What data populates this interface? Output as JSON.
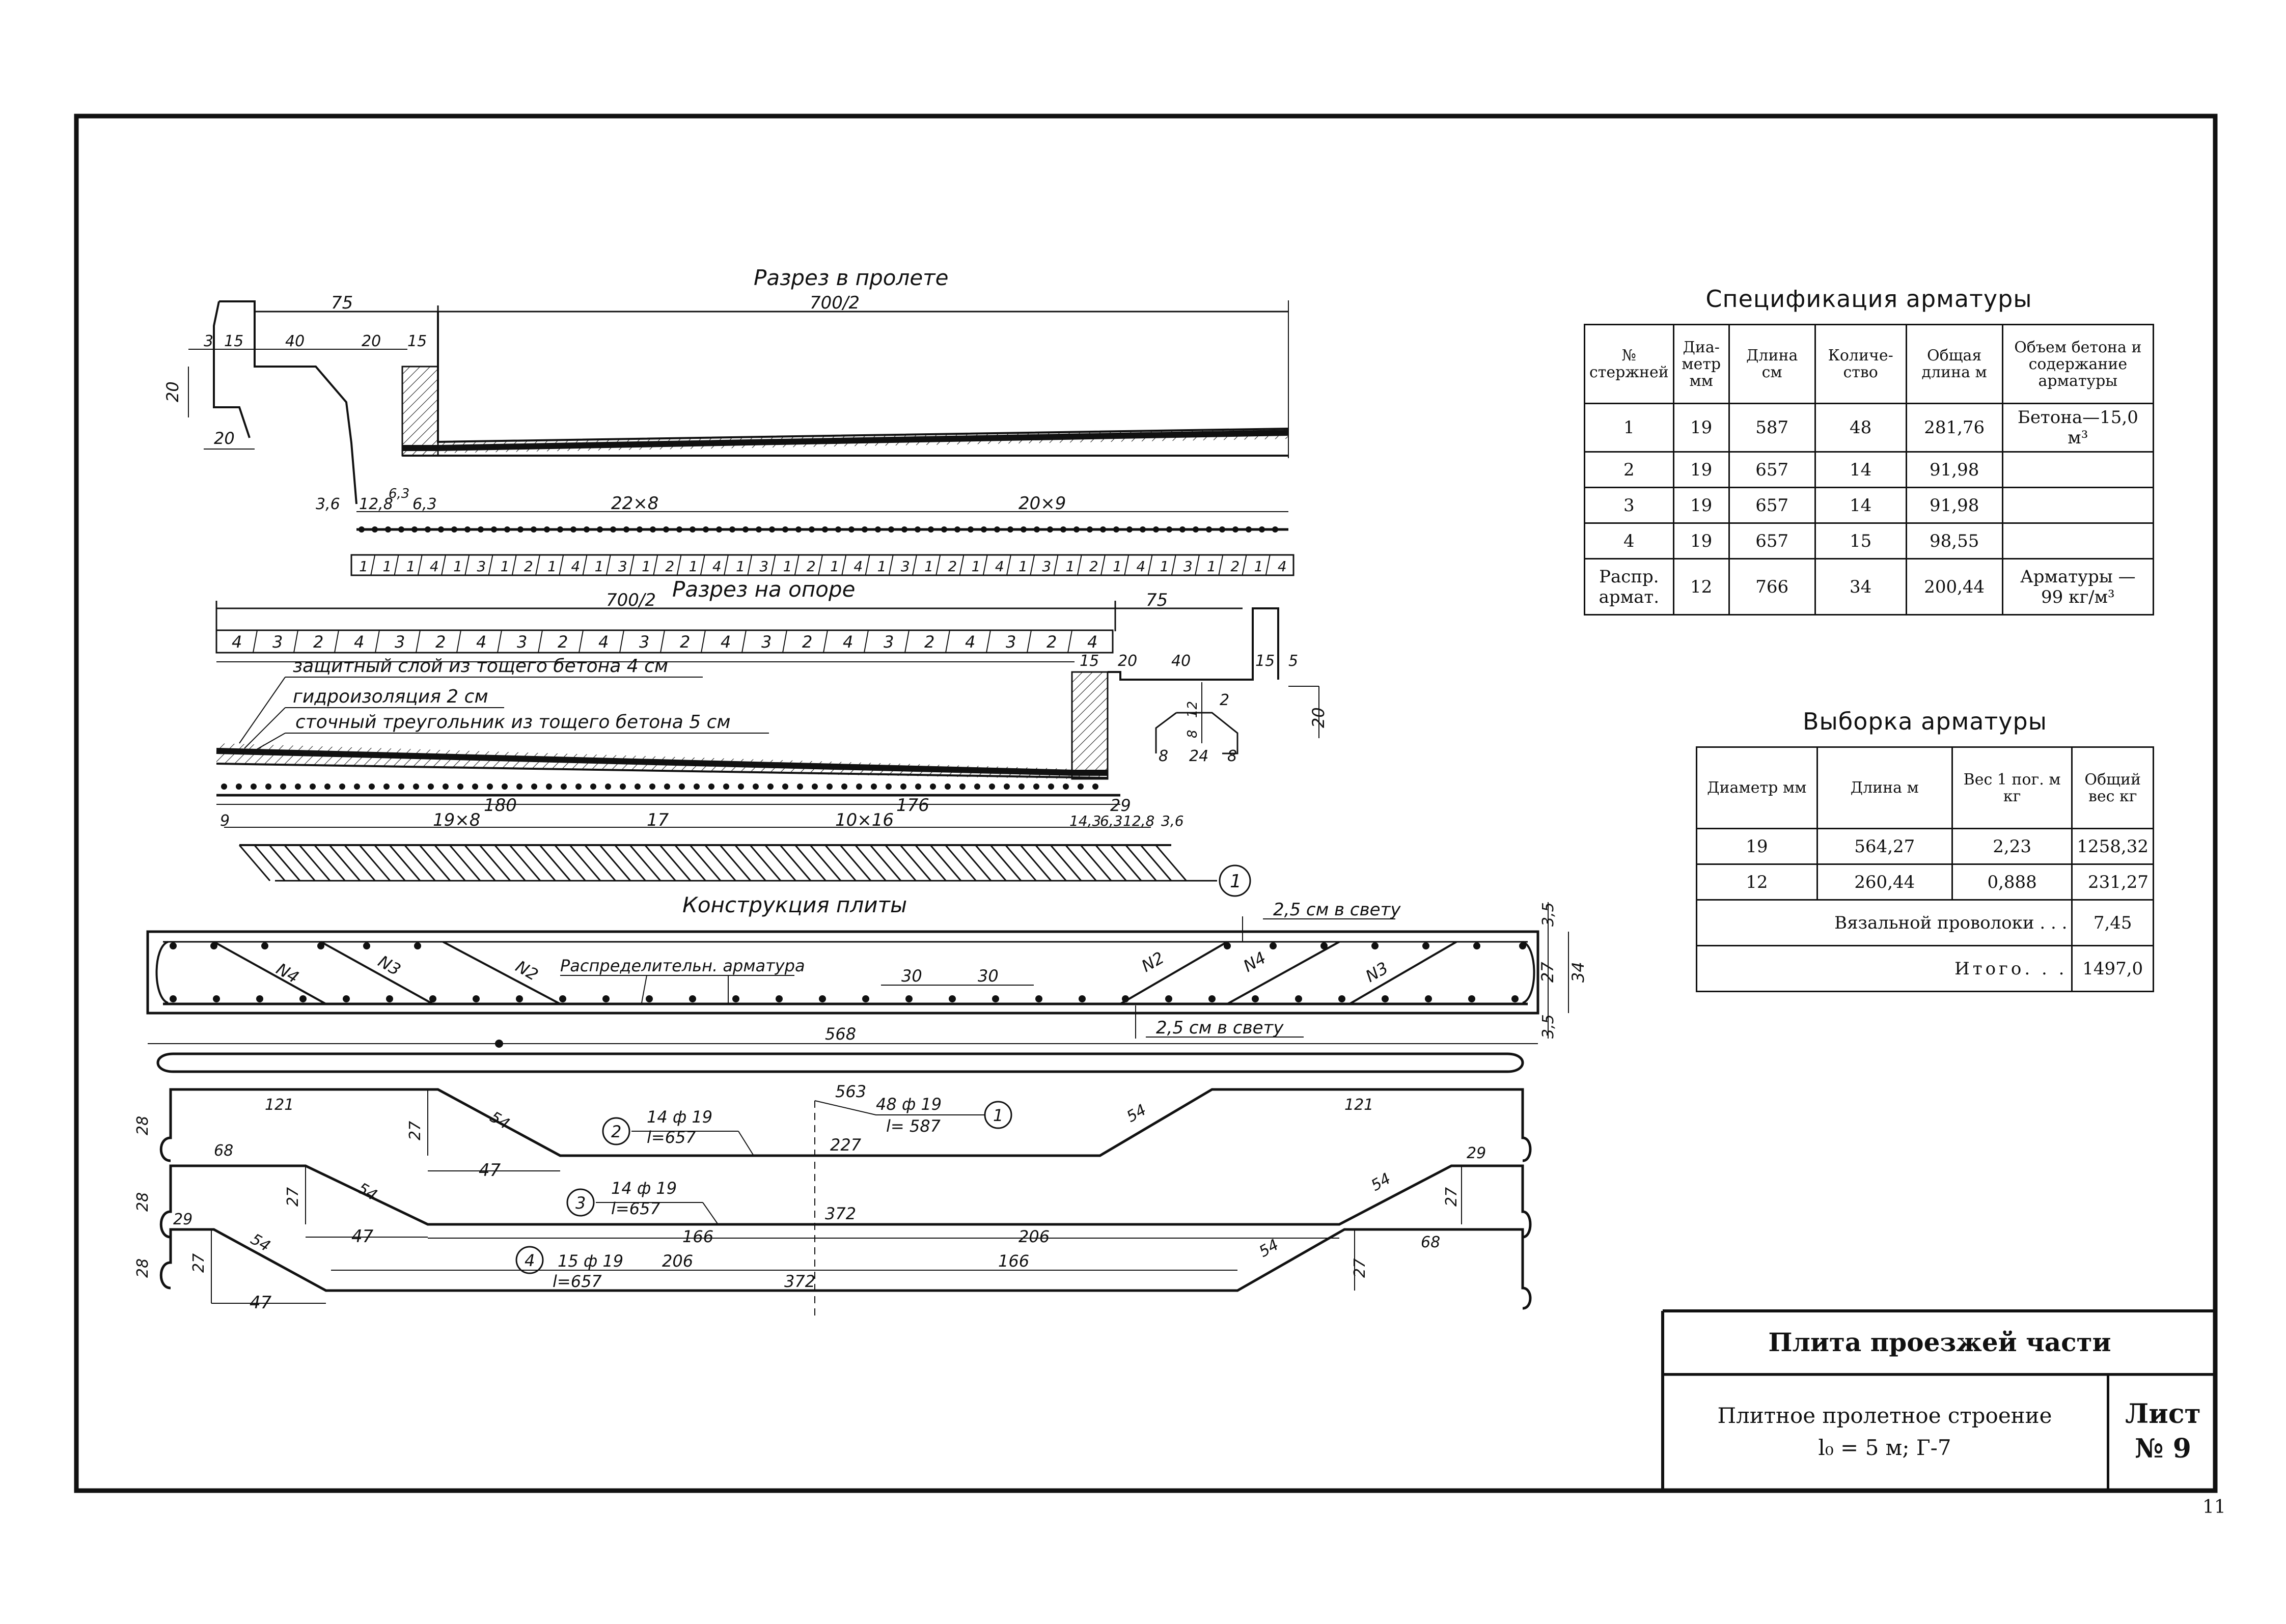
{
  "drawing": {
    "section_span": {
      "title": "Разрез в пролете",
      "dims": {
        "d75": "75",
        "d700_2": "700/2",
        "d3": "3",
        "d15": "15",
        "d40": "40",
        "d20": "20",
        "d15b": "15",
        "d20v": "20",
        "d20b": "20"
      },
      "bar_dims": {
        "d36": "3,6",
        "d128": "12,8",
        "d63": "6,3",
        "d63b": "6,3",
        "d22x8": "22×8",
        "d20x9": "20×9"
      },
      "bar_marks": [
        "1",
        "1",
        "1",
        "4",
        "1",
        "3",
        "1",
        "2",
        "1",
        "4",
        "1",
        "3",
        "1",
        "2",
        "1",
        "4",
        "1",
        "3",
        "1",
        "2",
        "1",
        "4",
        "1",
        "3",
        "1",
        "2",
        "1",
        "4",
        "1",
        "3",
        "1",
        "2",
        "1",
        "4",
        "1",
        "3",
        "1",
        "2",
        "1",
        "4"
      ]
    },
    "section_support": {
      "title": "Разрез на опоре",
      "dims": {
        "d700_2": "700/2",
        "d75": "75",
        "d15": "15",
        "d20": "20",
        "d40": "40",
        "d15b": "15",
        "d5": "5",
        "d2": "2",
        "d12": "12",
        "d8": "8",
        "d8b": "8",
        "d24": "24",
        "d8c": "8",
        "d20v": "20"
      },
      "bar_marks": [
        "4",
        "3",
        "2",
        "4",
        "3",
        "2",
        "4",
        "3",
        "2",
        "4",
        "3",
        "2",
        "4",
        "3",
        "2",
        "4",
        "3",
        "2",
        "4",
        "3",
        "2",
        "4"
      ],
      "notes": [
        "защитный слой из тощего бетона 4 см",
        "гидроизоляция 2 см",
        "сточный треугольник из тощего бетона 5 см"
      ],
      "bottom_dims": {
        "d180": "180",
        "d176": "176",
        "d29": "29",
        "d9": "9",
        "d19x8": "19×8",
        "d17": "17",
        "d10x16": "10×16",
        "d143": "14,3",
        "d63": "6,3",
        "d128": "12,8",
        "d36": "3,6"
      },
      "callout": "1"
    },
    "construction": {
      "title": "Конструкция плиты",
      "clear_top": "2,5 см в свету",
      "clear_bottom": "2,5 см в свету",
      "labels": {
        "n4a": "N4",
        "n3a": "N3",
        "n2a": "N2",
        "n2b": "N2",
        "n4b": "N4",
        "n3b": "N3",
        "distrib": "Распределительн. арматура",
        "d30a": "30",
        "d30b": "30"
      },
      "side_dims": {
        "d35": "3,5",
        "d27": "27",
        "d34": "34",
        "d35b": "3,5"
      }
    },
    "bars": {
      "bar1": {
        "length": "568",
        "inner": "563",
        "callout": "1",
        "label": "48 ф 19",
        "l": "l= 587"
      },
      "bar2": {
        "callout": "2",
        "label": "14 ф 19",
        "l": "l=657",
        "d121a": "121",
        "d121b": "121",
        "d54a": "54",
        "d54b": "54",
        "d27": "27",
        "d47": "47",
        "d227": "227",
        "d28": "28"
      },
      "bar3": {
        "callout": "3",
        "label": "14 ф 19",
        "l": "l=657",
        "d68a": "68",
        "d54a": "54",
        "d54b": "54",
        "d27a": "27",
        "d27b": "27",
        "d47": "47",
        "d166": "166",
        "d372": "372",
        "d206": "206",
        "d29": "29",
        "d68b": "68",
        "d28": "28"
      },
      "bar4": {
        "callout": "4",
        "label": "15 ф 19",
        "l": "l=657",
        "d29": "29",
        "d54a": "54",
        "d54b": "54",
        "d27a": "27",
        "d27b": "27",
        "d47": "47",
        "d206": "206",
        "d372": "372",
        "d166": "166",
        "d28": "28"
      }
    }
  },
  "spec_table": {
    "title": "Спецификация арматуры",
    "headers": [
      "№ стержней",
      "Диа-метр мм",
      "Длина см",
      "Количе-ство",
      "Общая длина м",
      "Объем бетона и содержание арматуры"
    ],
    "rows": [
      [
        "1",
        "19",
        "587",
        "48",
        "281,76",
        "Бетона—15,0 м³"
      ],
      [
        "2",
        "19",
        "657",
        "14",
        "91,98",
        ""
      ],
      [
        "3",
        "19",
        "657",
        "14",
        "91,98",
        ""
      ],
      [
        "4",
        "19",
        "657",
        "15",
        "98,55",
        ""
      ],
      [
        "Распр. армат.",
        "12",
        "766",
        "34",
        "200,44",
        "Арматуры — 99 кг/м³"
      ]
    ]
  },
  "selection_table": {
    "title": "Выборка арматуры",
    "headers": [
      "Диаметр мм",
      "Длина м",
      "Вес 1 пог. м кг",
      "Общий вес кг"
    ],
    "rows": [
      [
        "19",
        "564,27",
        "2,23",
        "1258,32"
      ],
      [
        "12",
        "260,44",
        "0,888",
        "231,27"
      ]
    ],
    "wire_label": "Вязальной проволоки . . .",
    "wire_value": "7,45",
    "total_label": "Итого. . .",
    "total_value": "1497,0"
  },
  "stamp": {
    "title": "Плита проезжей части",
    "subtitle_line1": "Плитное пролетное строение",
    "subtitle_line2": "l₀ = 5 м; Г-7",
    "sheet_label": "Лист",
    "sheet_number": "№ 9"
  },
  "page_number": "11"
}
